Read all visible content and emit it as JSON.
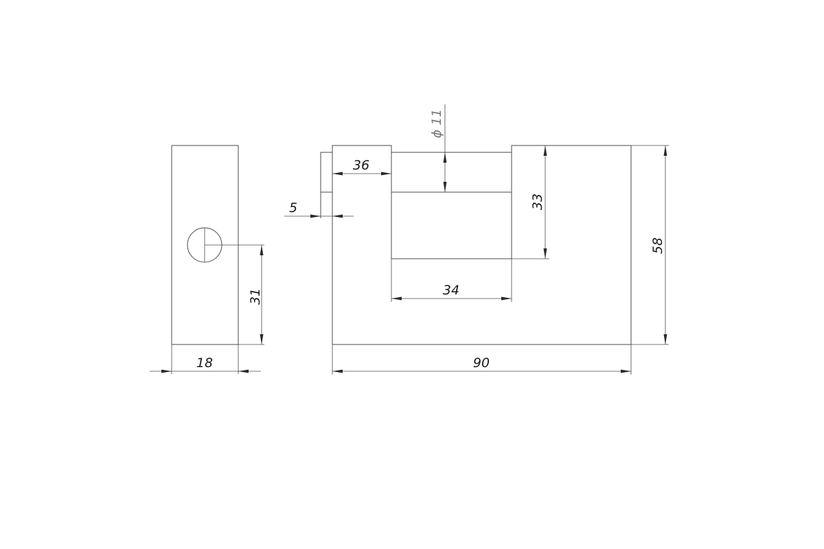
{
  "dimensions": {
    "side_width": "18",
    "hole_height": "31",
    "lip": "5",
    "shackle_top": "36",
    "diameter_symbol": "ϕ",
    "diameter": "11",
    "inner_height": "33",
    "inner_width": "34",
    "overall_width": "90",
    "overall_height": "58"
  }
}
